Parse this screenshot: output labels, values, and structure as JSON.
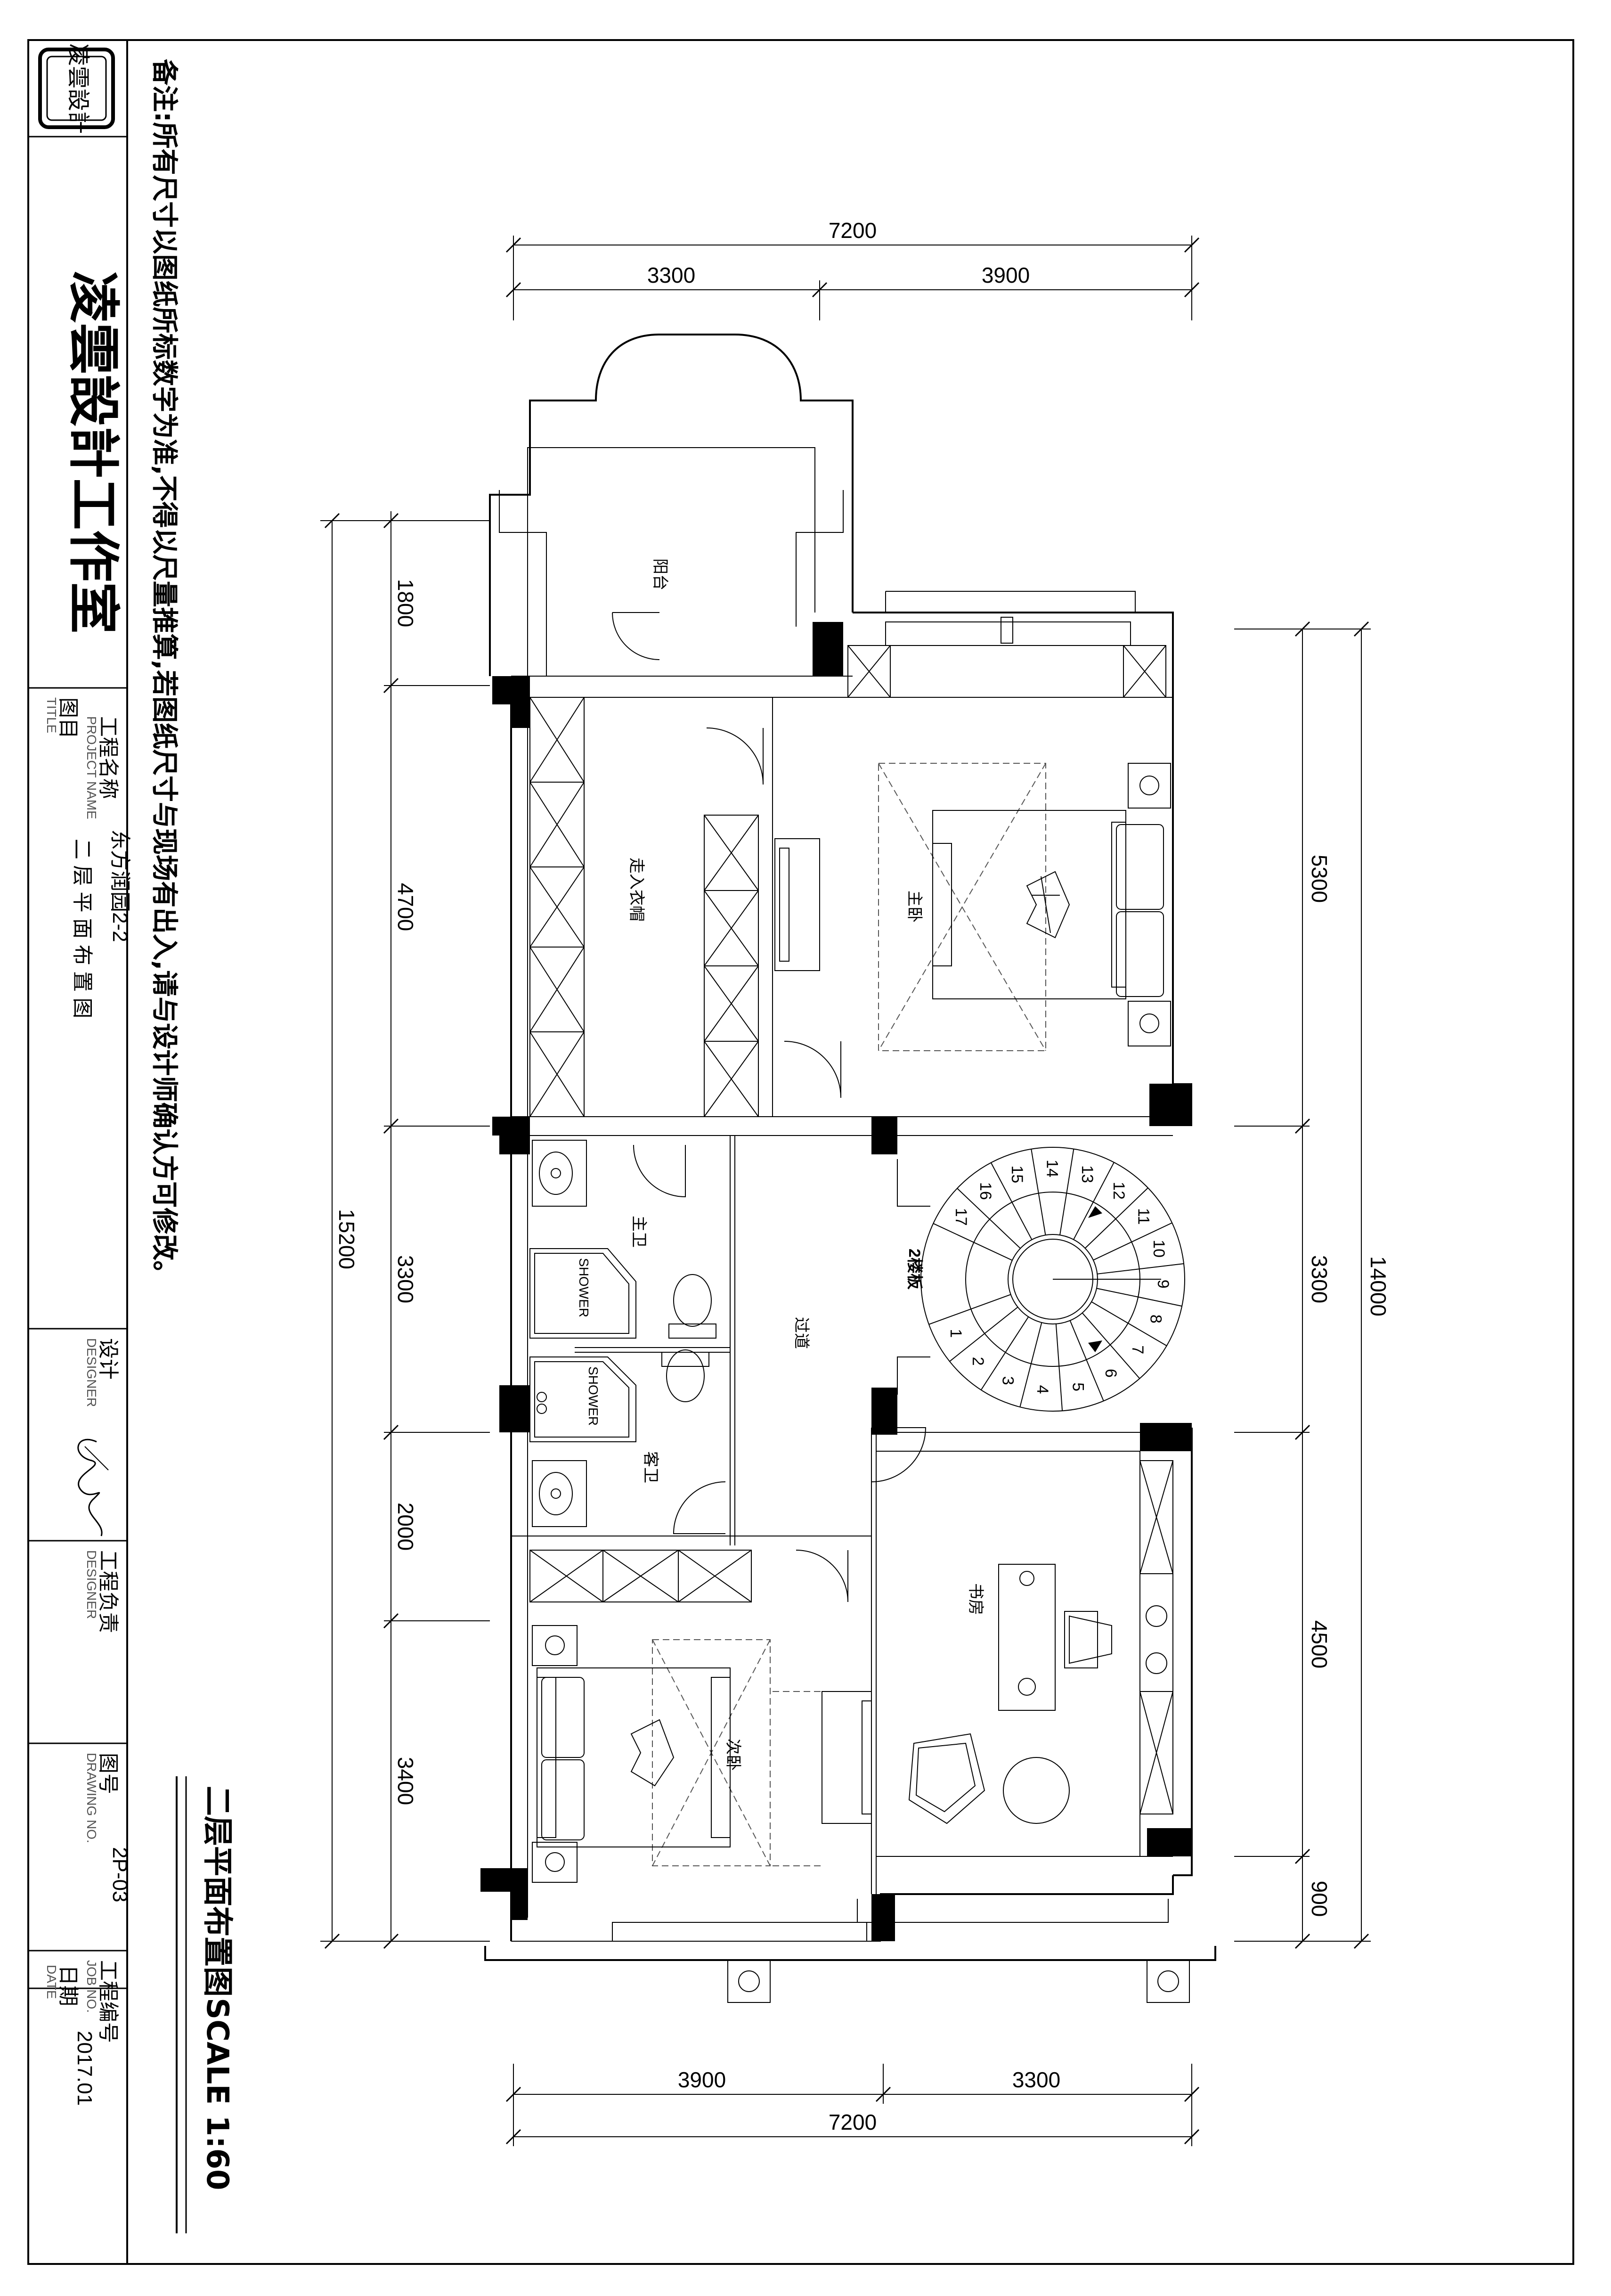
{
  "studio": {
    "seal_text": "凌雲設計",
    "name": "凌雲設計工作室"
  },
  "note": "备注:所有尺寸以图纸所标数字为准,不得以尺量推算,若图纸尺寸与现场有出入,请与设计师确认方可修改。",
  "title_block": {
    "project_label": "工程名称",
    "project_label_en": "PROJECT NAME",
    "project_value": "东方润园2-2",
    "title_label": "图目",
    "title_label_en": "TITLE",
    "title_value": "二 层 平 面 布 置 图",
    "designer_label": "设计",
    "designer_label_en": "DESIGNER",
    "manager_label": "工程负责",
    "manager_label_en": "DESIGNER",
    "drawing_label": "图号",
    "drawing_label_en": "DRAWING NO.",
    "drawing_value": "2P-03",
    "job_label": "工程编号",
    "job_label_en": "JOB NO.",
    "date_label": "日期",
    "date_label_en": "DATE",
    "date_value": "2017.01"
  },
  "drawing_title": "二层平面布置图",
  "scale": "SCALE 1:60",
  "dimensions": {
    "top_total": "7200",
    "top_a": "3300",
    "top_b": "3900",
    "bottom_a": "3900",
    "bottom_b": "3300",
    "bottom_total": "7200",
    "left_total": "15200",
    "left_1": "1800",
    "left_2": "4700",
    "left_3": "3300",
    "left_4": "2000",
    "left_5": "3400",
    "right_total": "14000",
    "right_1": "5300",
    "right_2": "3300",
    "right_3": "4500",
    "right_4": "900"
  },
  "rooms": {
    "balcony": "阳台",
    "walkin": "走入衣帽",
    "master_bed": "主卧",
    "master_bath": "主卫",
    "corridor": "过道",
    "guest_bath": "客卫",
    "stair_label": "2楼板",
    "study": "书房",
    "second_bed": "次卧",
    "shower": "SHOWER"
  },
  "stair_steps": [
    "1",
    "2",
    "3",
    "4",
    "5",
    "6",
    "7",
    "8",
    "9",
    "10",
    "11",
    "12",
    "13",
    "14",
    "15",
    "16",
    "17"
  ]
}
